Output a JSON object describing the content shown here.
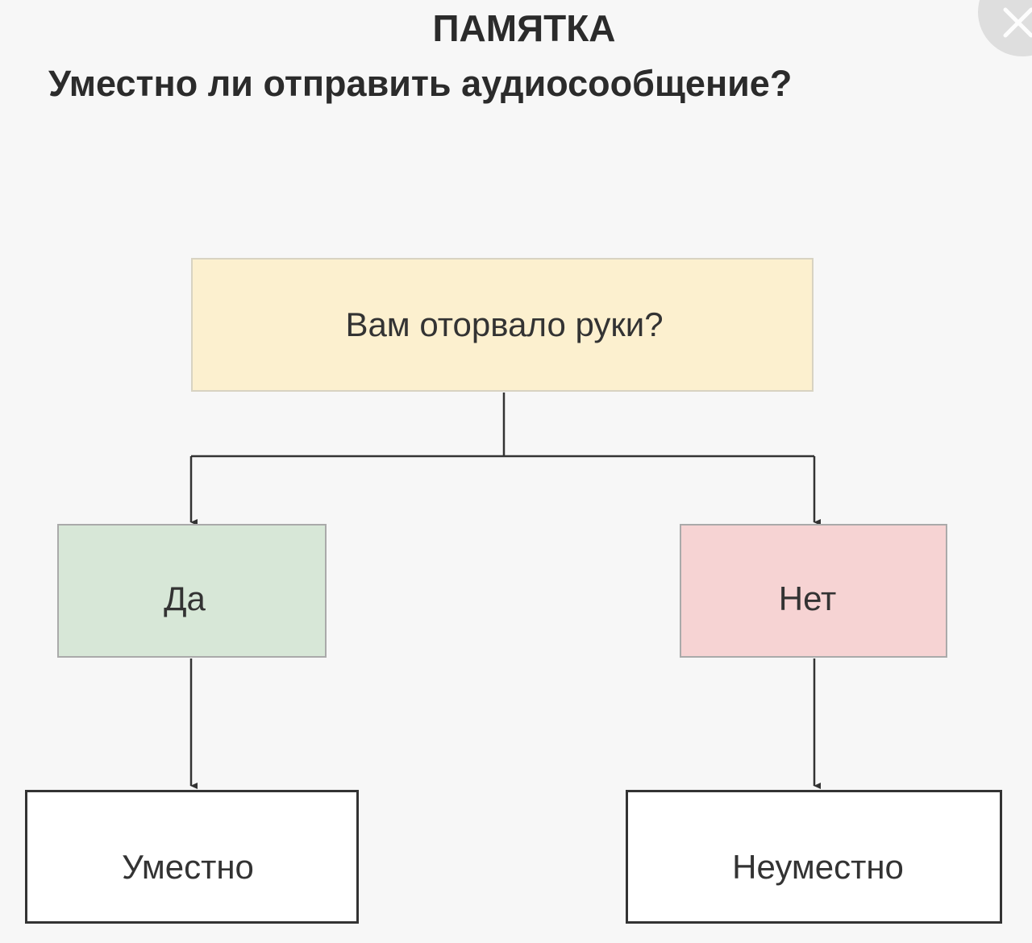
{
  "title": "ПАМЯТКА",
  "subtitle": "Уместно ли отправить аудиосообщение?",
  "nodes": {
    "question": "Вам оторвало руки?",
    "yes": "Да",
    "no": "Нет",
    "appropriate": "Уместно",
    "inappropriate": "Неуместно"
  },
  "colors": {
    "question_fill": "#fcf0cf",
    "yes_fill": "#d7e7d7",
    "no_fill": "#f6d3d3",
    "result_fill": "#ffffff",
    "line": "#333333"
  },
  "icons": {
    "corner": "close-icon"
  }
}
